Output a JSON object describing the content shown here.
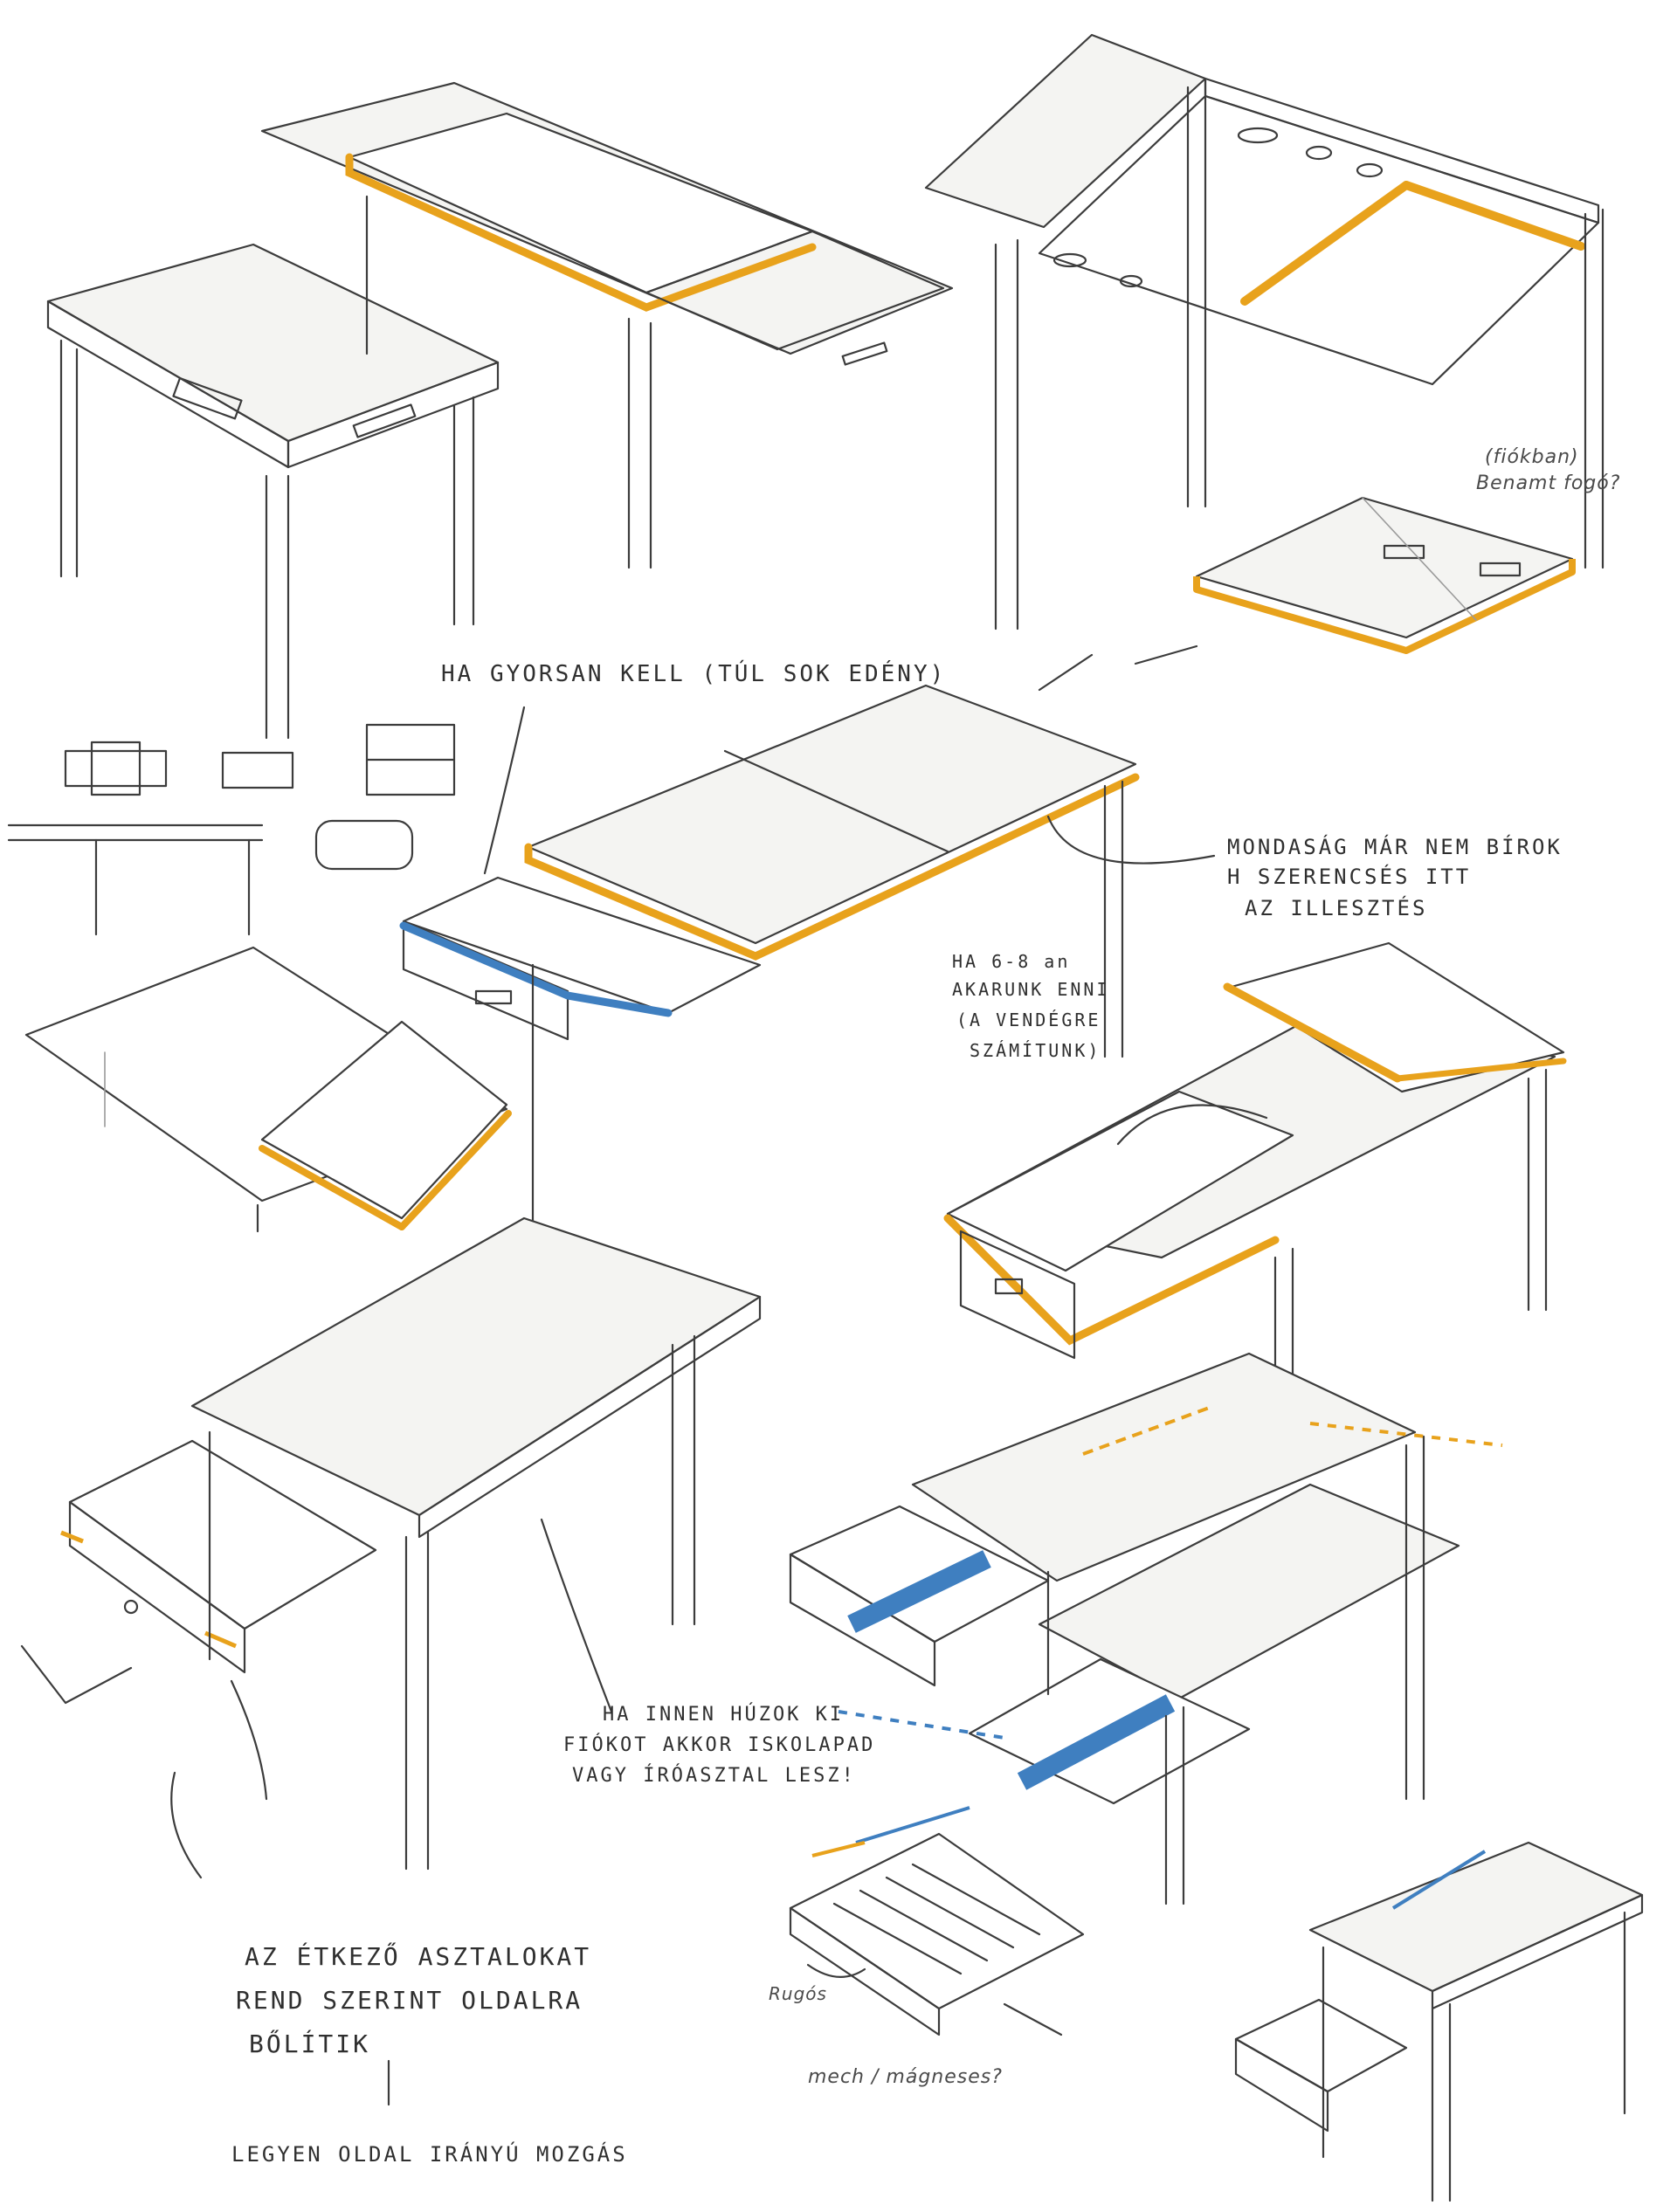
{
  "colors": {
    "pencil": "#3c3c3c",
    "light_pencil": "#9a9a9a",
    "orange": "#e8a21c",
    "blue": "#3f7fc0",
    "paper": "#ffffff"
  },
  "annotations": {
    "fast": "HA GYORSAN KELL (TÚL SOK EDÉNY)",
    "fit_1": "MONDASÁG MÁR NEM BÍROK",
    "fit_2": "H SZERENCSÉS ITT",
    "fit_3": "AZ ILLESZTÉS",
    "guests_1": "HA 6-8 an",
    "guests_2": "AKARUNK ENNI",
    "guests_3": "(A VENDÉGRE",
    "guests_4": "SZÁMÍTUNK)",
    "pull_1": "HA INNEN HÚZOK KI",
    "pull_2": "FIÓKOT AKKOR ISKOLAPAD",
    "pull_3": "VAGY ÍRÓASZTAL LESZ!",
    "row_1": "AZ ÉTKEZŐ ASZTALOKAT",
    "row_2": "REND SZERINT OLDALRA",
    "row_3": "BŐLÍTIK",
    "side": "LEGYEN OLDAL IRÁNYÚ MOZGÁS",
    "handle_1": "(fiókban)",
    "handle_2": "Benamt fogó?",
    "spring": "Rugós",
    "magnet": "mech / mágneses?"
  }
}
